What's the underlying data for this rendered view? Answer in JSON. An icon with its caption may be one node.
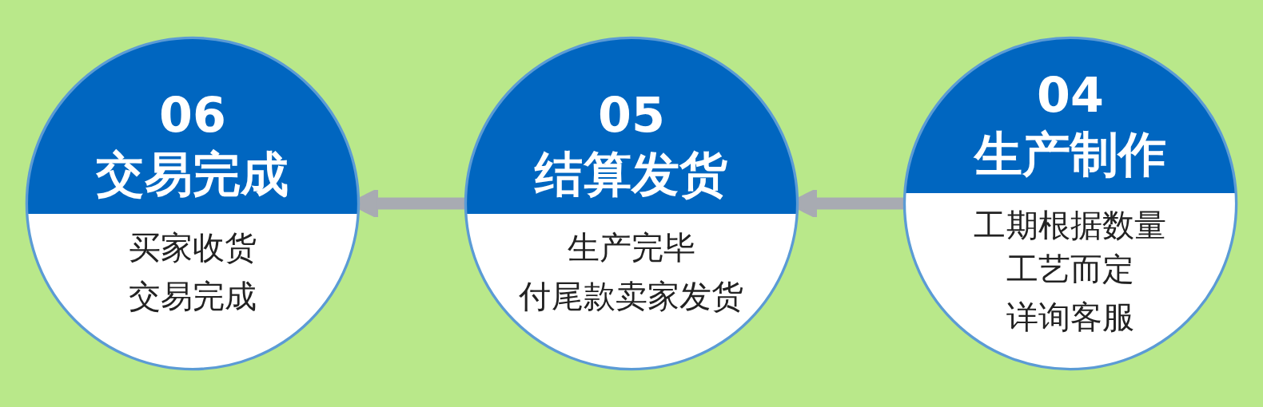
{
  "diagram": {
    "nodes": [
      {
        "text": [
          "06",
          "交易完成",
          "买家收货",
          "交易完成"
        ]
      },
      {
        "text": [
          "05",
          "结算发货",
          "生产完毕",
          "付尾款卖家发货"
        ]
      },
      {
        "text": [
          "04",
          "生产制作",
          "工期根据数量工艺而定",
          "详询客服"
        ]
      }
    ],
    "edges": [
      {
        "from": 2,
        "to": 1,
        "arrow": "to"
      },
      {
        "from": 1,
        "to": 0,
        "arrow": "to"
      }
    ]
  }
}
